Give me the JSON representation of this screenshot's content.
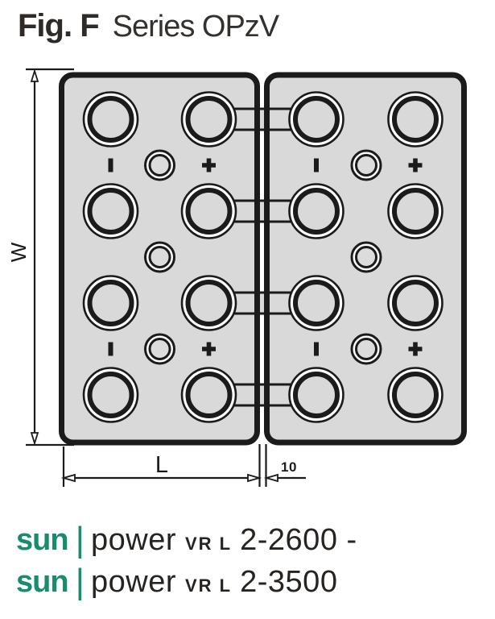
{
  "title": {
    "fig": "Fig. F",
    "series": "Series OPzV"
  },
  "diagram": {
    "type": "battery-block-top-view",
    "width_label": "W",
    "length_label": "L",
    "gap_label": "10",
    "blocks": [
      {
        "id": "left-block",
        "terminals": 8,
        "vent_plugs": 3,
        "polarity_markings": [
          "-",
          "+",
          "-",
          "+"
        ]
      },
      {
        "id": "right-block",
        "terminals": 8,
        "vent_plugs": 3,
        "polarity_markings": [
          "-",
          "+",
          "-",
          "+"
        ]
      }
    ],
    "cell_connectors": 4
  },
  "products": [
    {
      "brand": "sun",
      "separator": "|",
      "family": "power",
      "series": "VR L",
      "model": "2-2600 -"
    },
    {
      "brand": "sun",
      "separator": "|",
      "family": "power",
      "series": "VR L",
      "model": "2-3500"
    }
  ],
  "icons": {
    "plus_marking": "cross-shape",
    "minus_marking": "vertical-bar-shape",
    "arrowheads": "open-triangle"
  },
  "colors": {
    "brand_green": "#1a8c6e",
    "line_color": "#1b1b1b",
    "block_fill": "#d9d9d9",
    "background": "#ffffff",
    "title_color": "#2d2a28"
  }
}
